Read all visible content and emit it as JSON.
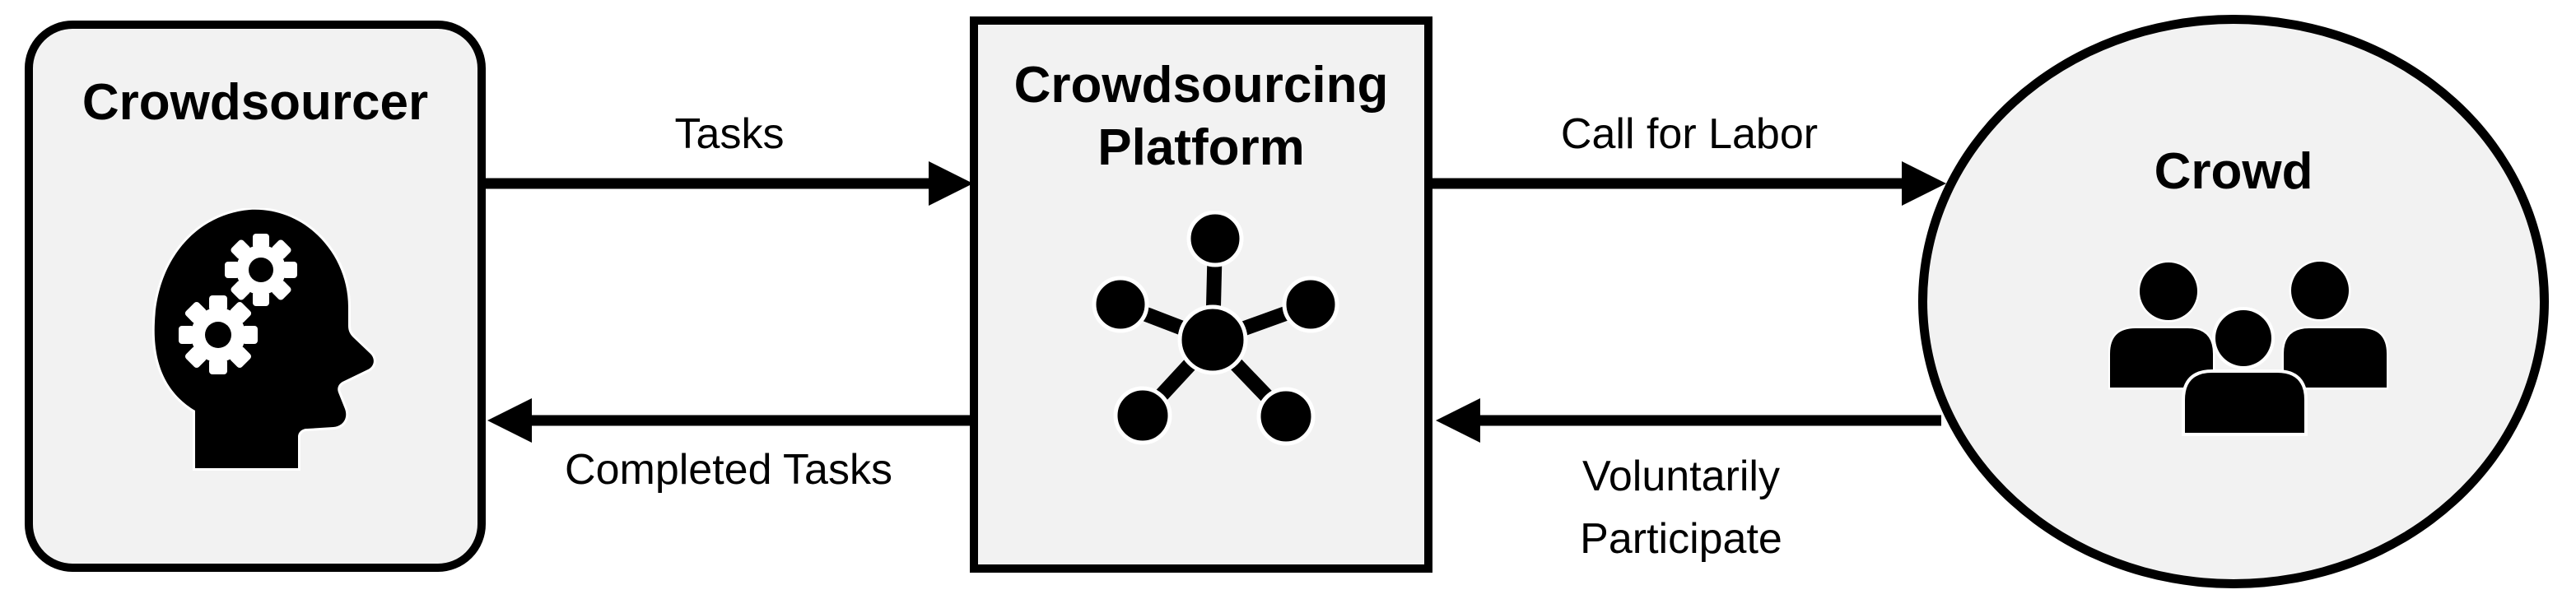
{
  "diagram": {
    "nodes": [
      {
        "label": "Crowdsourcer",
        "shape": "rounded-rectangle",
        "icon": "head-with-gears-icon"
      },
      {
        "label": "Crowdsourcing Platform",
        "shape": "rectangle",
        "icon": "network-hub-icon"
      },
      {
        "label": "Crowd",
        "shape": "ellipse",
        "icon": "people-group-icon"
      }
    ],
    "edges": [
      {
        "label": "Tasks",
        "from": "Crowdsourcer",
        "to": "Crowdsourcing Platform",
        "direction": "right"
      },
      {
        "label": "Call for Labor",
        "from": "Crowdsourcing Platform",
        "to": "Crowd",
        "direction": "right"
      },
      {
        "label": "Completed Tasks",
        "from": "Crowdsourcing Platform",
        "to": "Crowdsourcer",
        "direction": "left"
      },
      {
        "label": "Voluntarily Participate",
        "from": "Crowd",
        "to": "Crowdsourcing Platform",
        "direction": "left"
      }
    ],
    "colors": {
      "node_fill": "#f2f2f2",
      "stroke": "#000000",
      "text": "#000000",
      "arrow": "#000000",
      "background": "#ffffff"
    }
  }
}
